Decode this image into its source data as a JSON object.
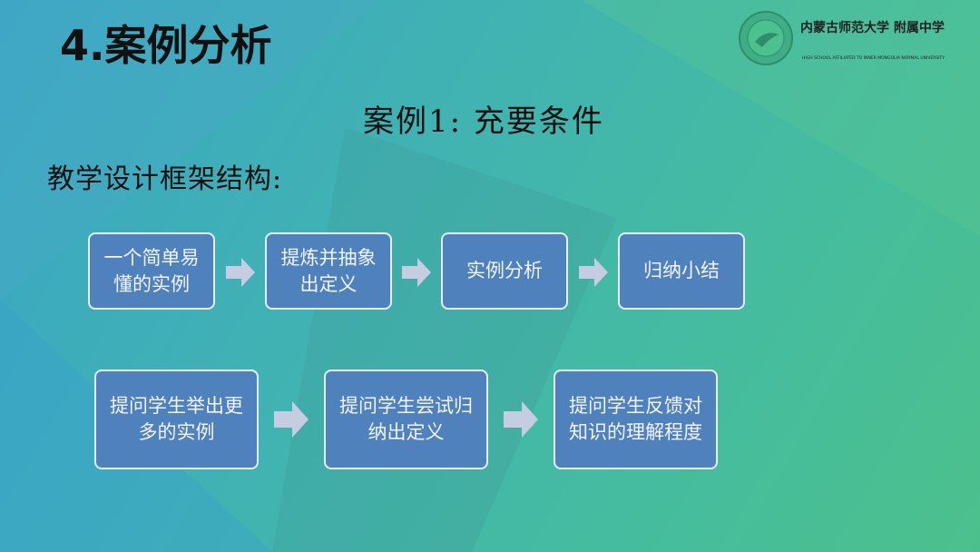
{
  "slide": {
    "title": "4.案例分析",
    "subtitle": "案例1:  充要条件",
    "section_heading": "教学设计框架结构:",
    "logo": {
      "name_cn": "内蒙古师范大学 附属中学",
      "name_en": "HIGH SCHOOL AFFILIATED TO INNER MONGOLIA NORMAL UNIVERSITY"
    },
    "row1": [
      "一个简单易懂的实例",
      "提炼并抽象出定义",
      "实例分析",
      "归纳小结"
    ],
    "row2": [
      "提问学生举出更多的实例",
      "提问学生尝试归纳出定义",
      "提问学生反馈对知识的理解程度"
    ]
  },
  "colors": {
    "box": "#4f81bd",
    "arrow": "#c6cce2"
  }
}
